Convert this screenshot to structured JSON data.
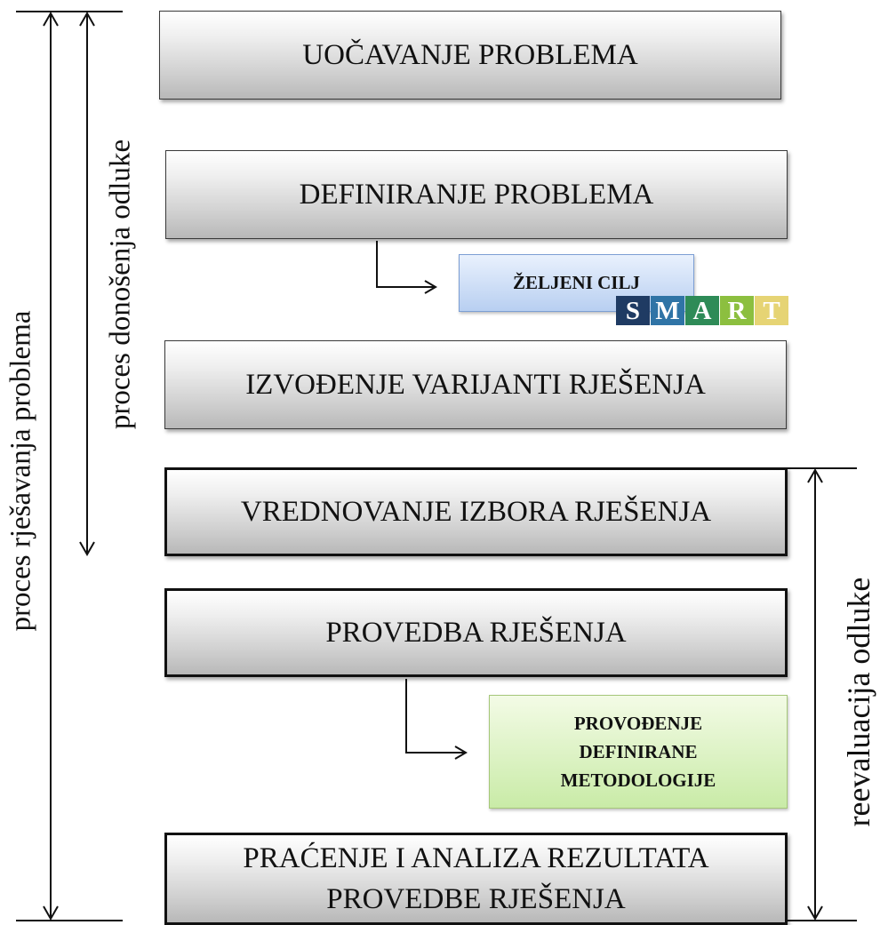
{
  "steps": [
    {
      "label": "UOČAVANJE  PROBLEMA"
    },
    {
      "label": "DEFINIRANJE PROBLEMA"
    },
    {
      "label": "IZVOĐENJE VARIJANTI RJEŠENJA"
    },
    {
      "label": "VREDNOVANJE  IZBORA RJEŠENJA"
    },
    {
      "label": "PROVEDBA RJEŠENJA"
    },
    {
      "label": "PRAĆENJE I ANALIZA REZULTATA\nPROVEDBE RJEŠENJA"
    }
  ],
  "notes": {
    "goal": "ŽELJENI CILJ",
    "method": "PROVOĐENJE\nDEFINIRANE\nMETODOLOGIJE"
  },
  "smart": {
    "letters": [
      "S",
      "M",
      "A",
      "R",
      "T"
    ],
    "colors": [
      "#1f3b63",
      "#2f74a6",
      "#2e8b57",
      "#8cbf3f",
      "#e6d474"
    ]
  },
  "side_labels": {
    "problem_solving": "proces    rješavanja    problema",
    "decision_making": "proces    donošenja  odluke",
    "reevaluation": "reevaluacija odluke"
  },
  "colors": {
    "goal_fill": "#b8cff1",
    "method_fill": "#c9eba7",
    "box_fill": "#cfcfcf"
  }
}
